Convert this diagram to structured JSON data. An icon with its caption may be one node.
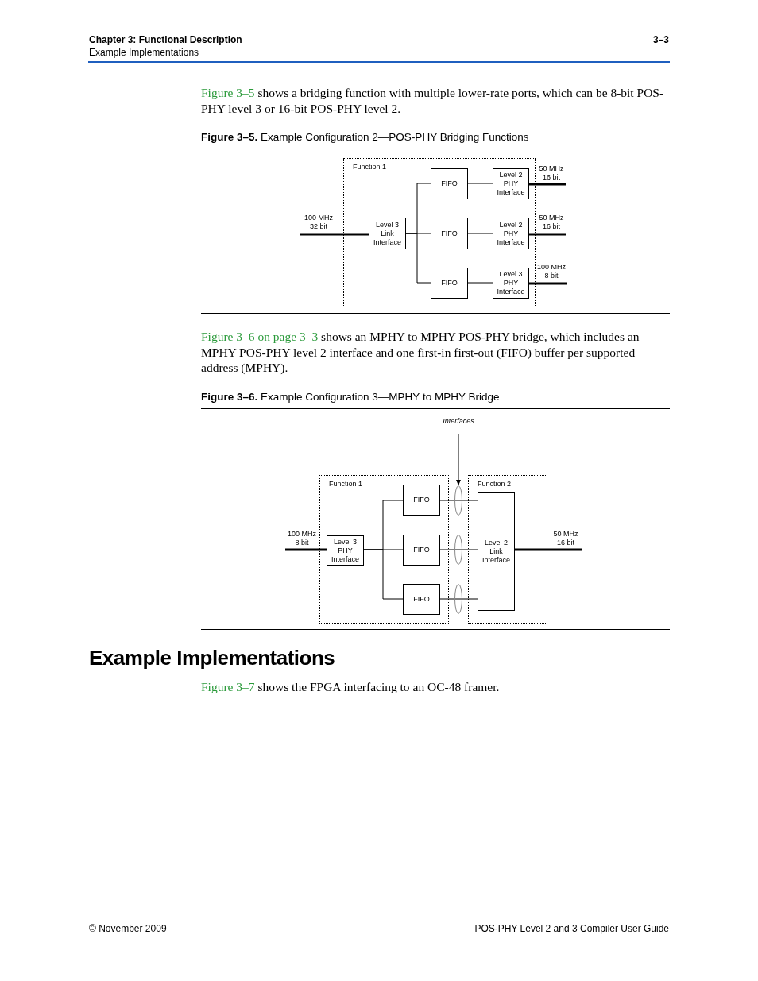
{
  "diagram": {
    "nodes": [
      {
        "text": [
          "Function 1"
        ]
      },
      {
        "text": [
          "Level 3 Link Interface"
        ],
        "in": 0
      },
      {
        "text": [
          "FIFO"
        ],
        "in": 0
      },
      {
        "text": [
          "Level 2 PHY Interface"
        ],
        "in": 0
      },
      {
        "text": [
          "FIFO"
        ],
        "in": 0
      },
      {
        "text": [
          "Level 2 PHY Interface"
        ],
        "in": 0
      },
      {
        "text": [
          "FIFO"
        ],
        "in": 0
      },
      {
        "text": [
          "Level 3 PHY Interface"
        ],
        "in": 0
      },
      {
        "text": [
          "100 MHz 32 bit"
        ]
      },
      {
        "text": [
          "50 MHz 16 bit"
        ]
      },
      {
        "text": [
          "50 MHz 16 bit"
        ]
      },
      {
        "text": [
          "100 MHz 8 bit"
        ]
      },
      {
        "text": [
          "Function 1"
        ]
      },
      {
        "text": [
          "Level 3 PHY Interface"
        ],
        "in": 12
      },
      {
        "text": [
          "FIFO"
        ],
        "in": 12
      },
      {
        "text": [
          "FIFO"
        ],
        "in": 12
      },
      {
        "text": [
          "FIFO"
        ],
        "in": 12
      },
      {
        "text": [
          "Function 2"
        ]
      },
      {
        "text": [
          "Level 2 Link Interface"
        ],
        "in": 17
      },
      {
        "text": [
          "100 MHz 8 bit"
        ]
      },
      {
        "text": [
          "50 MHz 16 bit"
        ]
      },
      {
        "text": [
          "Interfaces"
        ]
      },
      {
        "text": [],
        "shape": "circle"
      },
      {
        "text": [],
        "shape": "circle"
      },
      {
        "text": [],
        "shape": "circle"
      }
    ],
    "edges": [
      {
        "from": 8,
        "to": 1,
        "arrow": "none",
        "style": "thick"
      },
      {
        "from": 1,
        "to": 2,
        "arrow": "none"
      },
      {
        "from": 1,
        "to": 4,
        "arrow": "none"
      },
      {
        "from": 1,
        "to": 6,
        "arrow": "none"
      },
      {
        "from": 2,
        "to": 3,
        "arrow": "none"
      },
      {
        "from": 4,
        "to": 5,
        "arrow": "none"
      },
      {
        "from": 6,
        "to": 7,
        "arrow": "none"
      },
      {
        "from": 3,
        "to": 9,
        "arrow": "none",
        "style": "thick"
      },
      {
        "from": 5,
        "to": 10,
        "arrow": "none",
        "style": "thick"
      },
      {
        "from": 7,
        "to": 11,
        "arrow": "none",
        "style": "thick"
      },
      {
        "from": 19,
        "to": 13,
        "arrow": "none",
        "style": "thick"
      },
      {
        "from": 13,
        "to": 14,
        "arrow": "none"
      },
      {
        "from": 13,
        "to": 15,
        "arrow": "none"
      },
      {
        "from": 13,
        "to": 16,
        "arrow": "none"
      },
      {
        "from": 14,
        "to": 18,
        "arrow": "none"
      },
      {
        "from": 15,
        "to": 18,
        "arrow": "none"
      },
      {
        "from": 16,
        "to": 18,
        "arrow": "none"
      },
      {
        "from": 18,
        "to": 20,
        "arrow": "none",
        "style": "thick"
      },
      {
        "from": 21,
        "to": 22,
        "arrow": "to"
      }
    ],
    "labels": [
      "Chapter 3: Functional Description",
      "3–3",
      "Example Implementations",
      "Figure 3–5",
      "shows a bridging function with multiple lower-rate ports, which can be 8-bit POS-PHY level 3 or 16-bit POS-PHY level 2.",
      "**Figure 3–5.** Example Configuration 2—POS-PHY Bridging Functions",
      "Figure 3–6 on page 3–3",
      "shows an MPHY to MPHY POS-PHY bridge, which includes an MPHY POS-PHY level 2 interface and one first-in first-out (FIFO) buffer per supported address (MPHY).",
      "**Figure 3–6.** Example Configuration 3—MPHY to MPHY Bridge",
      "Example Implementations",
      "Figure 3–7",
      "shows the FPGA interfacing to an OC-48 framer.",
      "© November 2009",
      "POS-PHY Level 2 and 3 Compiler User Guide"
    ]
  }
}
